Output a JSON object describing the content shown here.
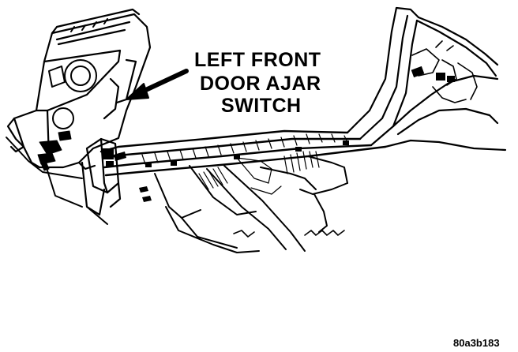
{
  "callout": {
    "line1": "LEFT FRONT",
    "line2": "DOOR AJAR",
    "line3": "SWITCH"
  },
  "figure_id": "80a3b183",
  "colors": {
    "ink": "#000000",
    "paper": "#ffffff"
  }
}
